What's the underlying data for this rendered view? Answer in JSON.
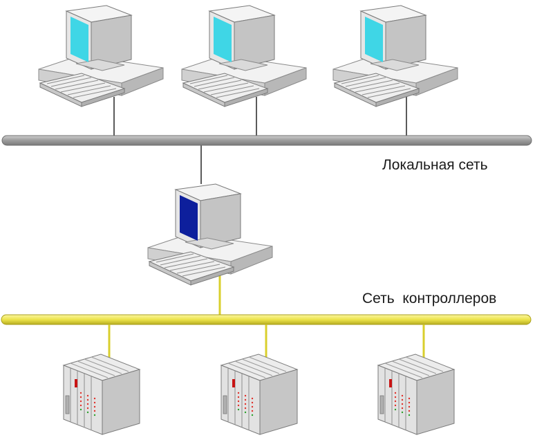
{
  "labels": {
    "local_network": "Локальная сеть",
    "controller_network": "Сеть  контроллеров"
  },
  "colors": {
    "lan_bus": "#a8a8a8",
    "controller_bus": "#f0e84a",
    "lan_screen": "#3fd6e6",
    "operator_screen": "#0d1f9c",
    "device_body": "#d8d8d8"
  },
  "nodes": {
    "workstations": [
      "workstation",
      "workstation",
      "workstation"
    ],
    "operator_station": "operator-station",
    "controllers": [
      "controller",
      "controller",
      "controller"
    ]
  }
}
